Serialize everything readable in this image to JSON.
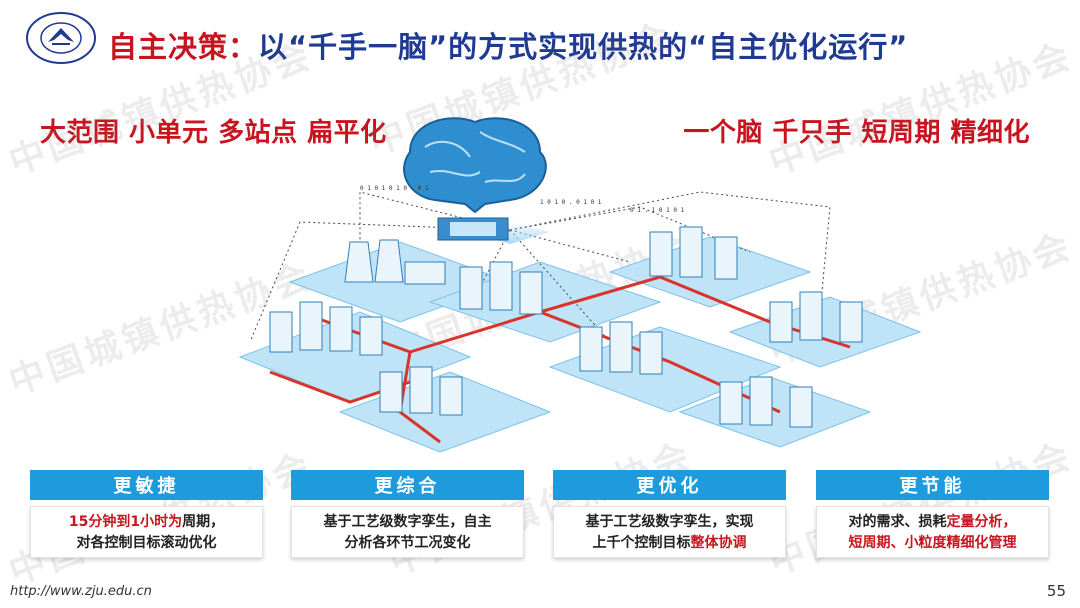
{
  "header": {
    "title_prefix": "自主决策：",
    "title_main": "以“千手一脑”的方式实现供热的“自主优化运行”",
    "logo_icon": "zju-logo-icon"
  },
  "taglines": {
    "left": "大范围 小单元 多站点 扁平化",
    "right": "一个脑 千只手 短周期 精细化"
  },
  "watermark": "中国城镇供热协会",
  "cards": [
    {
      "title": "更敏捷",
      "line1_red": "15分钟到1小时为",
      "line1_rest": "周期，",
      "line2_pre": "对各控制目标滚动优化",
      "line2_red": ""
    },
    {
      "title": "更综合",
      "line1_red": "",
      "line1_rest": "基于工艺级数字孪生，自主",
      "line2_pre": "分析各环节工况变化",
      "line2_red": ""
    },
    {
      "title": "更优化",
      "line1_red": "",
      "line1_rest": "基于工艺级数字孪生，实现",
      "line2_pre": "上千个控制目标",
      "line2_red": "整体协调"
    },
    {
      "title": "更节能",
      "line1_red": "",
      "line1_rest": "对的需求、损耗",
      "line1_red2": "定量分析，",
      "line2_pre": "",
      "line2_red": "短周期、小粒度精细化管理"
    }
  ],
  "footer": {
    "url": "http://www.zju.edu.cn",
    "page": "55"
  },
  "colors": {
    "accent_red": "#c8141e",
    "title_blue": "#1f3a93",
    "card_blue": "#1e9bdc",
    "platform_blue": "#bfe3f7"
  }
}
